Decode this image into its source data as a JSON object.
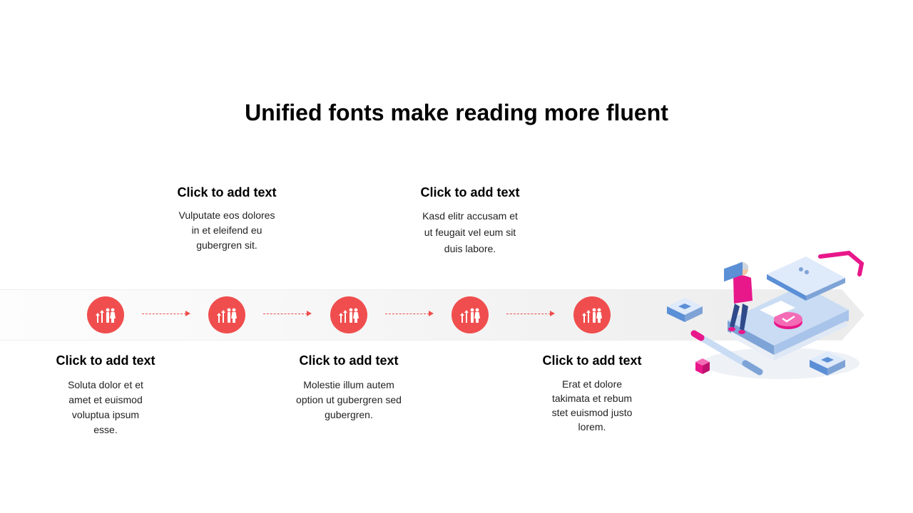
{
  "slide": {
    "title": "Unified fonts make reading more fluent"
  },
  "steps": [
    {
      "heading": "Click to add text",
      "body": "Soluta dolor et et amet et euismod voluptua ipsum esse.",
      "position": "below"
    },
    {
      "heading": "Click to add text",
      "body": "Vulputate eos dolores in et eleifend eu gubergren sit.",
      "position": "above"
    },
    {
      "heading": "Click to add text",
      "body": "Molestie illum autem option ut gubergren sed gubergren.",
      "position": "below"
    },
    {
      "heading": "Click to add text",
      "body": "Kasd elitr accusam et ut feugait vel eum sit duis labore.",
      "position": "above"
    },
    {
      "heading": "Click to add text",
      "body": "Erat et dolore takimata et rebum stet euismod justo lorem.",
      "position": "below"
    }
  ],
  "icons": {
    "step": "people-growth-icon",
    "illustration": "person-reading-books-illustration"
  },
  "colors": {
    "accent": "#f04e4e",
    "magenta": "#e8178a",
    "blue": "#5b8fd6"
  }
}
